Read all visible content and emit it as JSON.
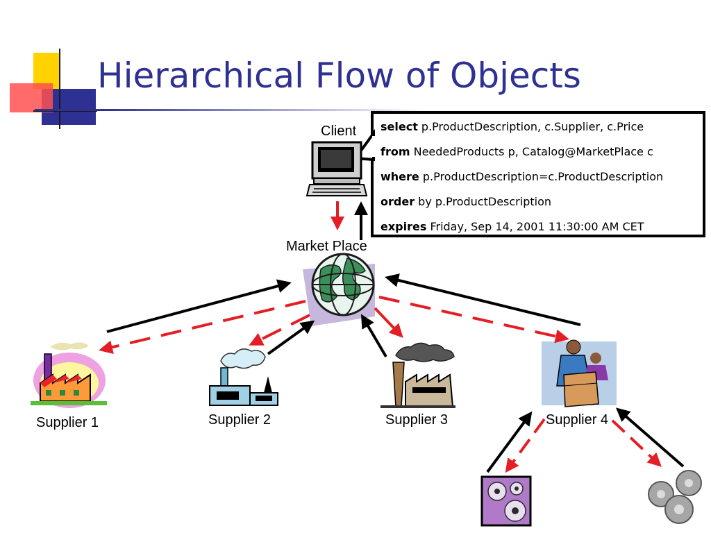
{
  "title": "Hierarchical Flow of Objects",
  "query": [
    {
      "keyword": "select",
      "text": " p.ProductDescription, c.Supplier, c.Price"
    },
    {
      "keyword": "from",
      "text": " NeededProducts p, Catalog@MarketPlace c"
    },
    {
      "keyword": "where",
      "text": " p.ProductDescription=c.ProductDescription"
    },
    {
      "keyword": "order",
      "text": " by p.ProductDescription"
    },
    {
      "keyword": "expires",
      "text": " Friday, Sep 14, 2001 11:30:00 AM CET"
    }
  ],
  "nodes": {
    "client": "Client",
    "market_place": "Market Place",
    "supplier_1": "Supplier 1",
    "supplier_2": "Supplier 2",
    "supplier_3": "Supplier 3",
    "supplier_4": "Supplier 4"
  },
  "colors": {
    "title": "#2e3192",
    "request_arrow": "#e31e24",
    "response_arrow": "#000000"
  },
  "icons": {
    "client": "computer-icon",
    "market_place": "globe-icon",
    "supplier_1": "factory-icon",
    "supplier_2": "factory-icon",
    "supplier_3": "factory-icon",
    "supplier_4": "worker-icon",
    "sub_supplier_left": "gears-icon",
    "sub_supplier_right": "gears-icon"
  }
}
